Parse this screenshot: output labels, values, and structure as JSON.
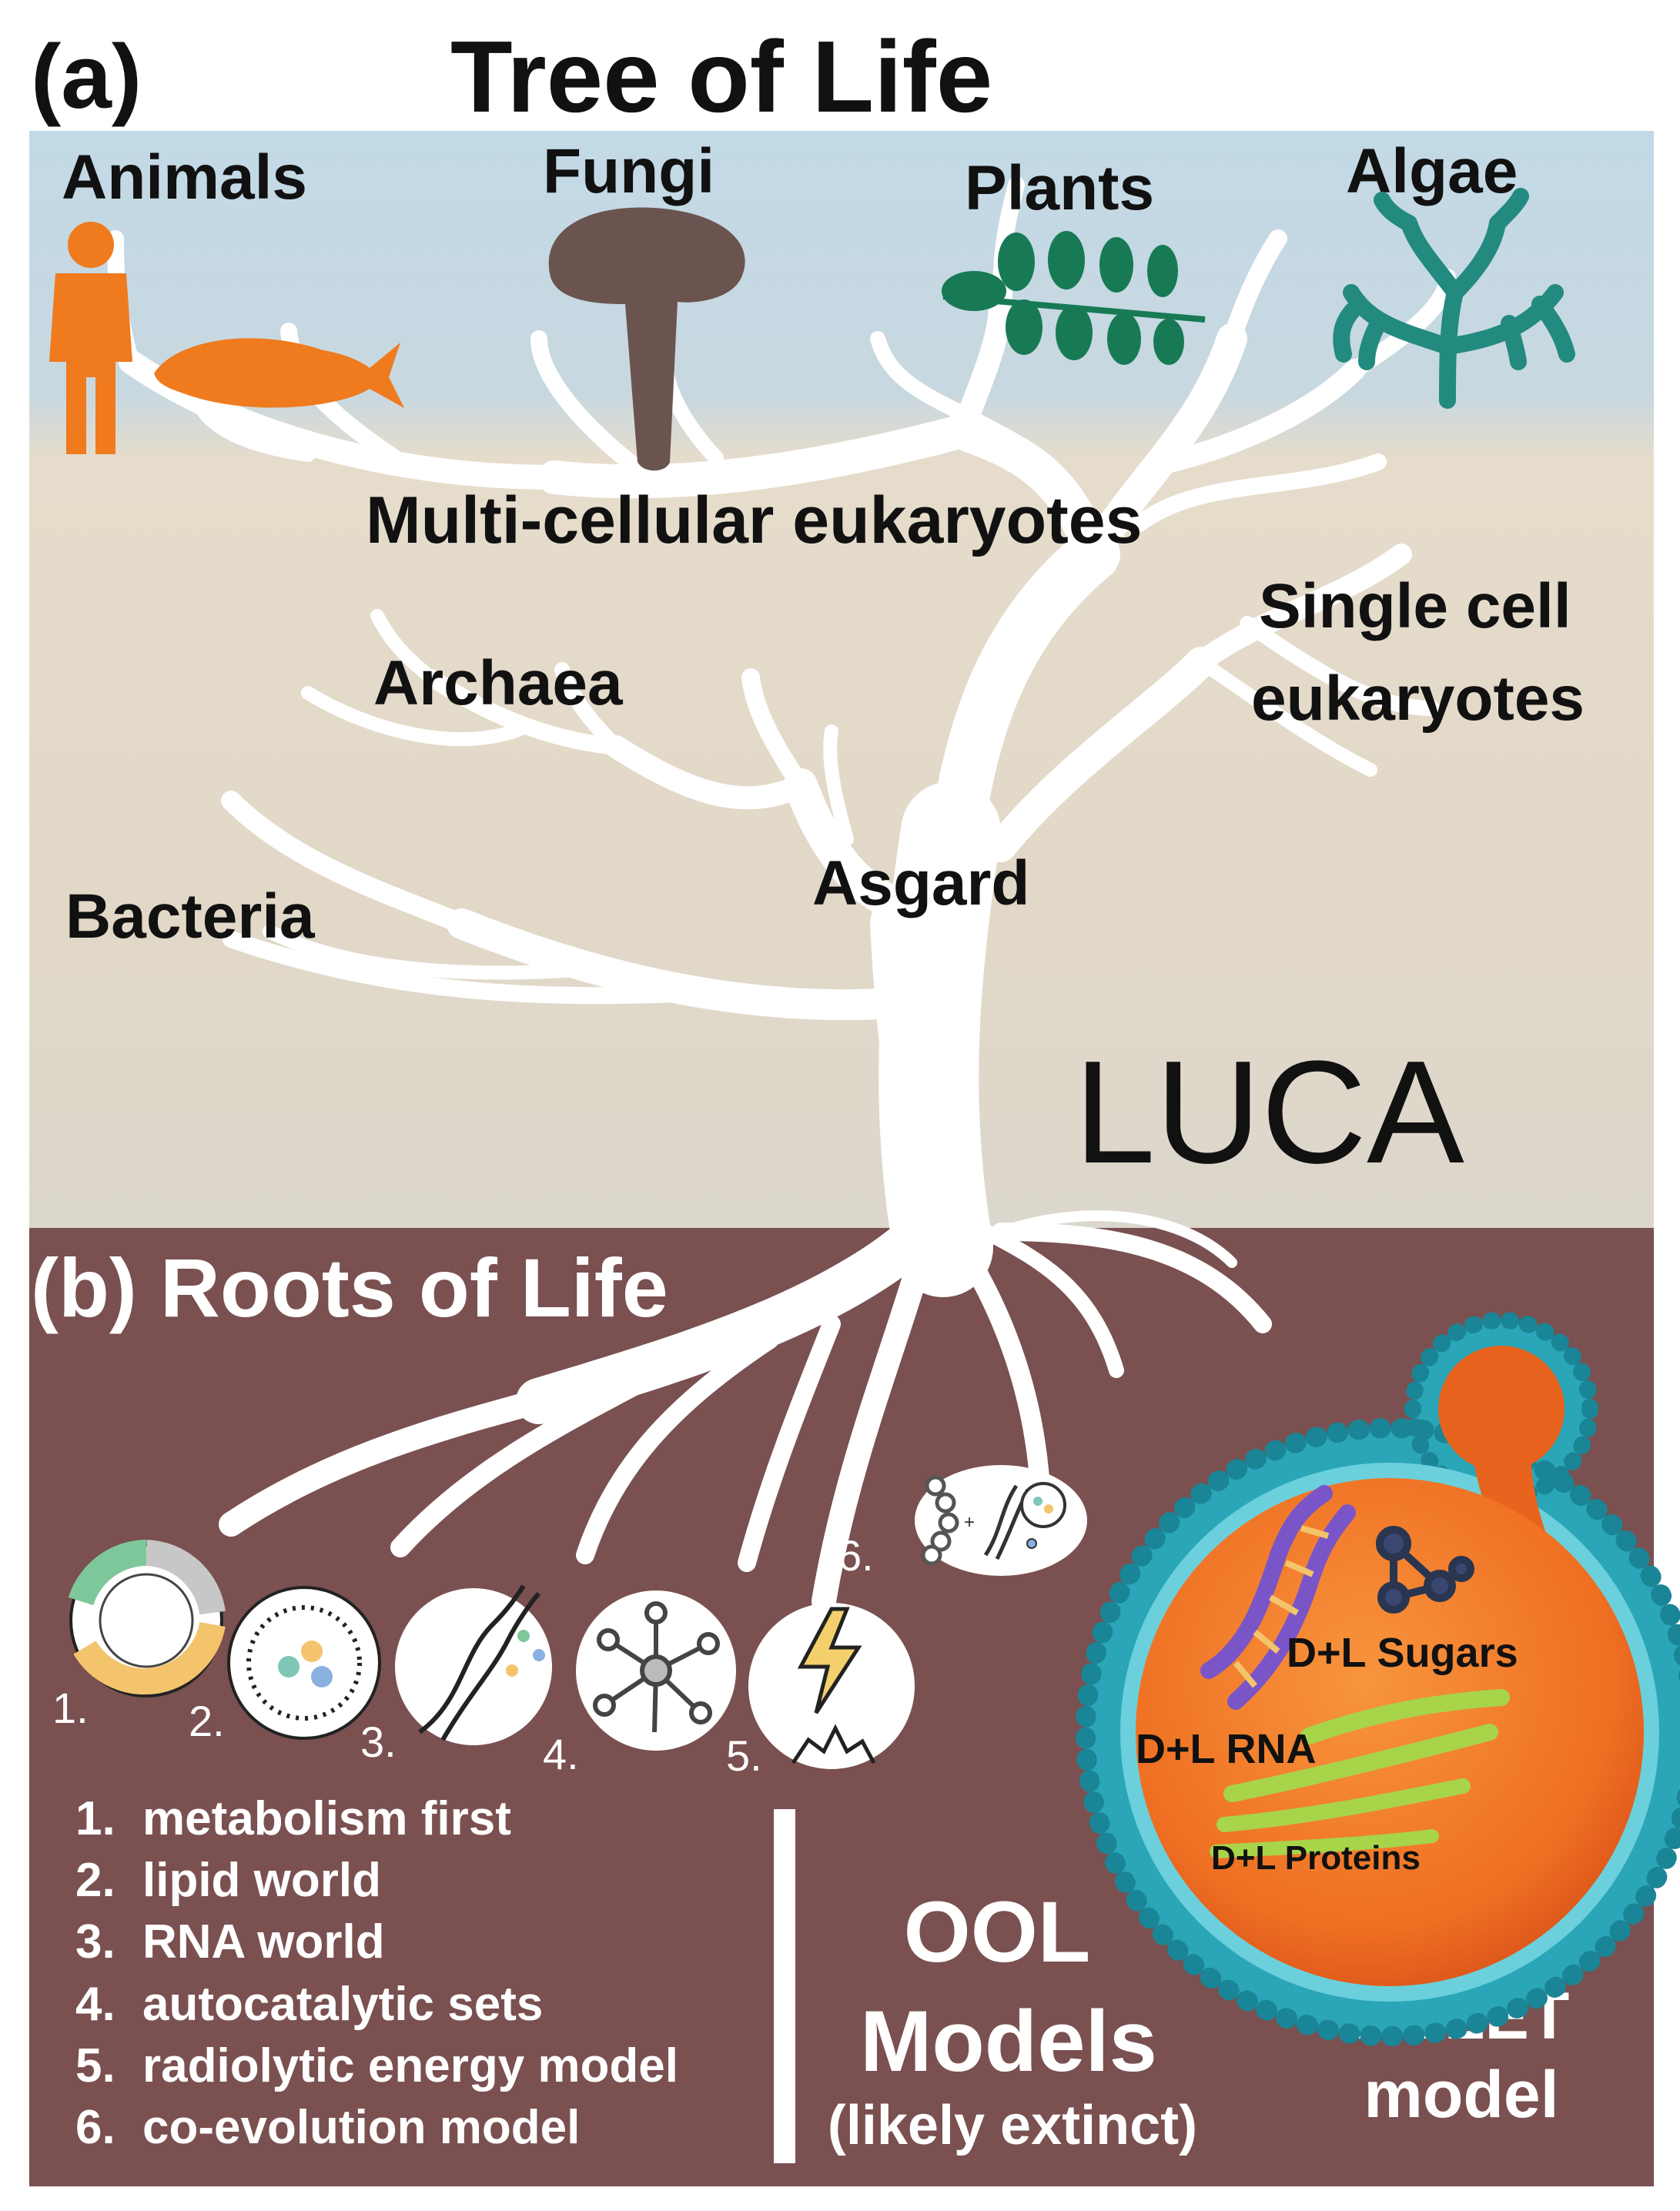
{
  "panel_a": {
    "label": "(a)",
    "title": "Tree of Life",
    "groups": {
      "animals": "Animals",
      "fungi": "Fungi",
      "plants": "Plants",
      "algae": "Algae",
      "multicellular": "Multi-cellular eukaryotes",
      "single_cell_line1": "Single cell",
      "single_cell_line2": "eukaryotes",
      "archaea": "Archaea",
      "bacteria": "Bacteria",
      "asgard": "Asgard",
      "luca": "LUCA"
    }
  },
  "panel_b": {
    "title": "(b) Roots of Life",
    "icon_numbers": [
      "1.",
      "2.",
      "3.",
      "4.",
      "5.",
      "6."
    ],
    "legend": [
      {
        "num": "1.",
        "text": "metabolism first"
      },
      {
        "num": "2.",
        "text": "lipid world"
      },
      {
        "num": "3.",
        "text": "RNA world"
      },
      {
        "num": "4.",
        "text": "autocatalytic sets"
      },
      {
        "num": "5.",
        "text": "radiolytic energy model"
      },
      {
        "num": "6.",
        "text": "co-evolution model"
      }
    ],
    "ool_line1": "OOL",
    "ool_line2": "Models",
    "ool_line3": "(likely extinct)",
    "polet_line1": "POLET",
    "polet_line2": "model",
    "cell_labels": {
      "sugars": "D+L Sugars",
      "rna": "D+L RNA",
      "proteins": "D+L Proteins"
    }
  },
  "colors": {
    "sky": "#c2d9e6",
    "ground": "#e5dccc",
    "soil": "#7a5050",
    "animals": "#f07a1e",
    "fungi": "#6b5450",
    "plants": "#177a55",
    "algae": "#238a80",
    "membrane": "#2aa6b8",
    "cell_interior": "#f07a2a"
  }
}
